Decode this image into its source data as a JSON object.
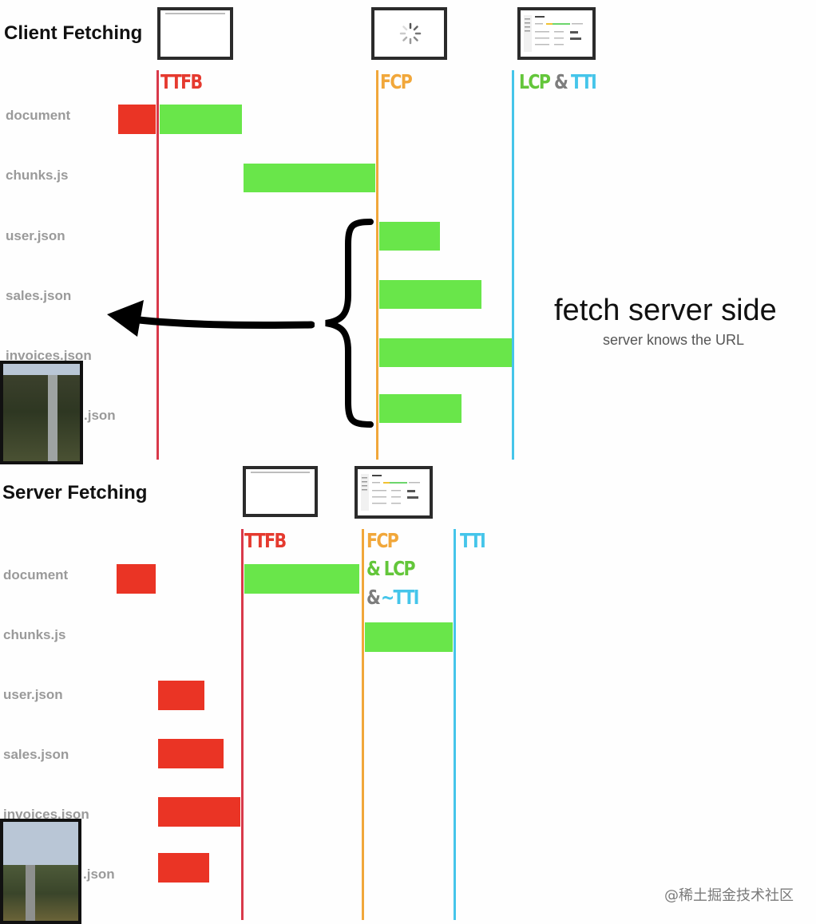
{
  "client": {
    "title": "Client Fetching",
    "markers": {
      "ttfb": "TTFB",
      "fcp": "FCP",
      "lcp": "LCP",
      "amp": "&",
      "tti": "TTI"
    },
    "rows": [
      {
        "label": "document"
      },
      {
        "label": "chunks.js"
      },
      {
        "label": "user.json"
      },
      {
        "label": "sales.json"
      },
      {
        "label": "invoices.json"
      },
      {
        "label": ".json"
      }
    ]
  },
  "server": {
    "title": "Server Fetching",
    "markers": {
      "ttfb": "TTFB",
      "fcp": "FCP",
      "lcp_line": "& LCP",
      "amp": "&",
      "tti_approx": "~TTI",
      "tti": "TTI"
    },
    "rows": [
      {
        "label": "document"
      },
      {
        "label": "chunks.js"
      },
      {
        "label": "user.json"
      },
      {
        "label": "sales.json"
      },
      {
        "label": "invoices.json"
      },
      {
        "label": ".json"
      }
    ]
  },
  "callout": {
    "heading": "fetch server side",
    "subheading": "server knows the URL"
  },
  "watermark": "@稀土掘金技术社区",
  "colors": {
    "ttfb": "#e53a2f",
    "fcp": "#f1a73a",
    "lcp": "#63c63a",
    "tti": "#45c5ea",
    "green_bar": "#69e64a",
    "red_bar": "#ea3425"
  }
}
